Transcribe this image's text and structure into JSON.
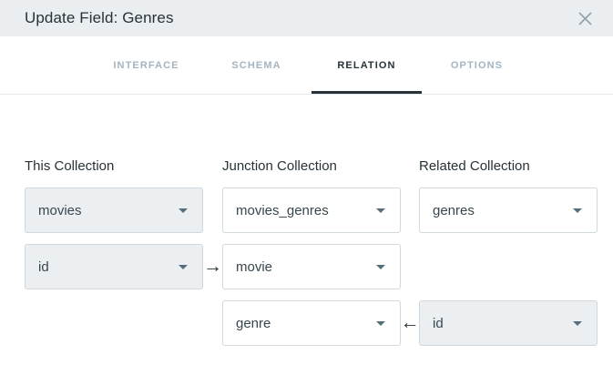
{
  "header": {
    "title": "Update Field: Genres"
  },
  "tabs": {
    "items": [
      {
        "label": "INTERFACE",
        "active": false
      },
      {
        "label": "SCHEMA",
        "active": false
      },
      {
        "label": "RELATION",
        "active": true
      },
      {
        "label": "OPTIONS",
        "active": false
      }
    ]
  },
  "form": {
    "columns": [
      {
        "heading": "This Collection",
        "collection_select": {
          "value": "movies",
          "variant": "gray"
        },
        "field_select": {
          "value": "id",
          "variant": "gray"
        }
      },
      {
        "heading": "Junction Collection",
        "collection_select": {
          "value": "movies_genres",
          "variant": "white"
        },
        "field_a_select": {
          "value": "movie",
          "variant": "white"
        },
        "field_b_select": {
          "value": "genre",
          "variant": "white"
        }
      },
      {
        "heading": "Related Collection",
        "collection_select": {
          "value": "genres",
          "variant": "white"
        },
        "field_select": {
          "value": "id",
          "variant": "gray"
        }
      }
    ],
    "arrows": [
      {
        "glyph": "→",
        "meaning": "this-to-junction"
      },
      {
        "glyph": "←",
        "meaning": "related-to-junction"
      }
    ]
  },
  "colors": {
    "header_bg": "#ebeef0",
    "active_tab": "#263238",
    "inactive_tab": "#a3b5c2",
    "select_gray_bg": "#eceff1",
    "select_border": "#cfd8dc",
    "close_icon": "#90a4ae"
  }
}
